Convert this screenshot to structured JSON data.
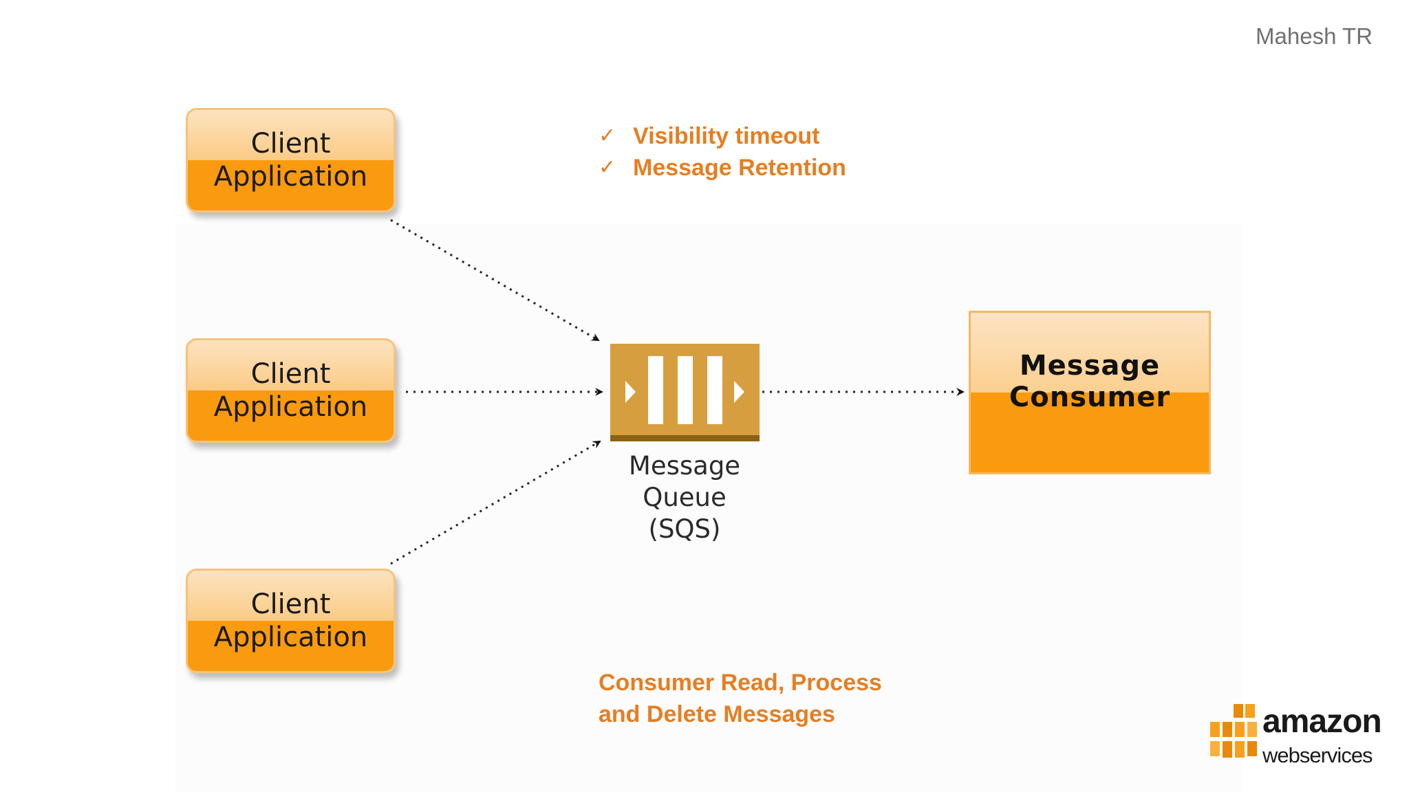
{
  "author": "Mahesh TR",
  "features": {
    "items": [
      {
        "check_icon": "check-mark-icon",
        "label": "Visibility timeout"
      },
      {
        "check_icon": "check-mark-icon",
        "label": "Message Retention"
      }
    ]
  },
  "clients": [
    {
      "line1": "Client",
      "line2": "Application"
    },
    {
      "line1": "Client",
      "line2": "Application"
    },
    {
      "line1": "Client",
      "line2": "Application"
    }
  ],
  "queue": {
    "line1": "Message",
    "line2": "Queue",
    "line3": "(SQS)",
    "color": "#d79e3f"
  },
  "consumer": {
    "line1": "Message",
    "line2": "Consumer",
    "color": "#fa9a0f"
  },
  "caption": {
    "line1": "Consumer Read, Process",
    "line2": "and Delete Messages"
  },
  "logo": {
    "word1": "amazon",
    "word2": "webservices",
    "icon": "aws-cubes-icon",
    "accent": "#f7a01c"
  },
  "colors": {
    "accent_text": "#e67e22",
    "client_fill": "#fa9a0f"
  }
}
